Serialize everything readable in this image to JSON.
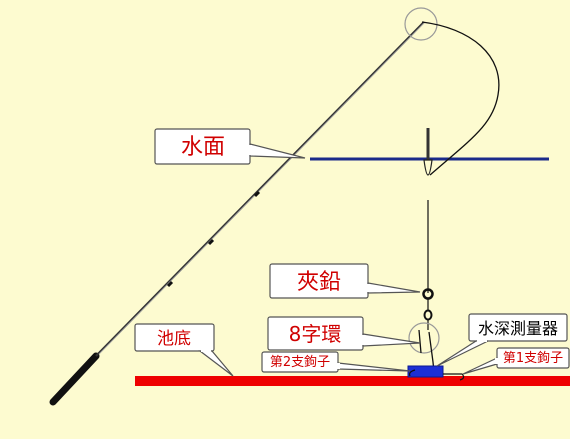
{
  "labels": {
    "water_surface": "水面",
    "sinker": "夾鉛",
    "swivel": "8字環",
    "pond_bottom": "池底",
    "depth_gauge": "水深測量器",
    "hook2": "第2支鉤子",
    "hook1": "第1支鉤子"
  },
  "colors": {
    "background": "#fdfbd0",
    "water_line": "#1a2a8a",
    "pond_bottom": "#ee0000",
    "depth_gauge": "#1c2fd6",
    "label_text": "#d00000",
    "gauge_label_text": "#000000"
  }
}
